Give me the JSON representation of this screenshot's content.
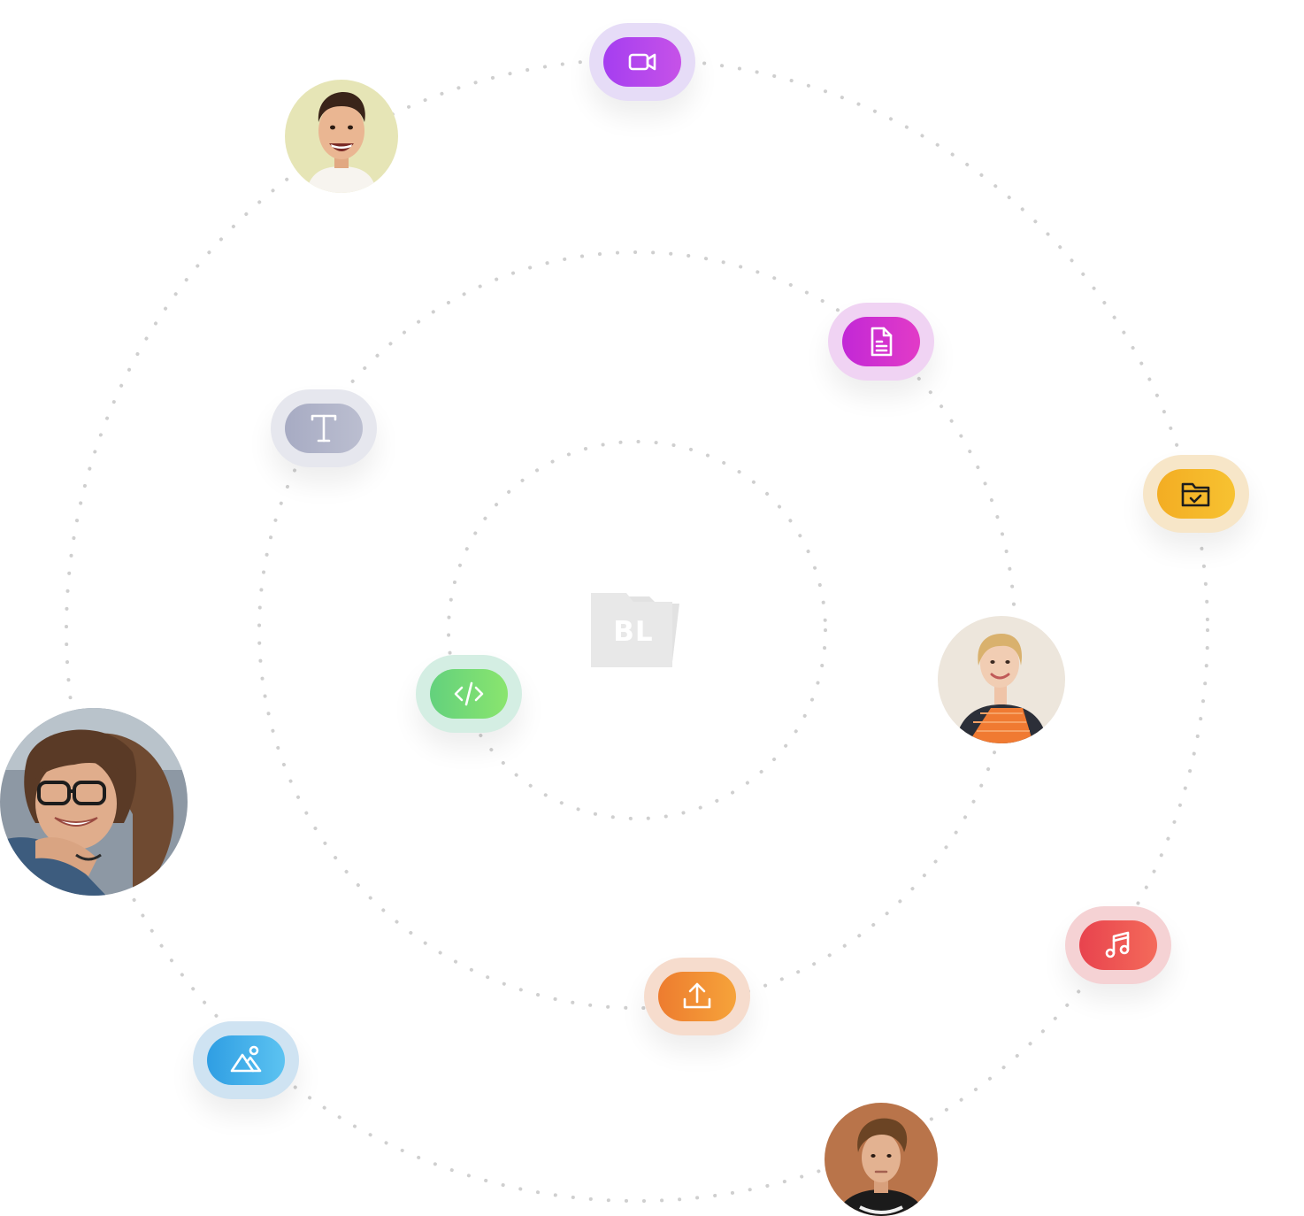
{
  "center_logo": {
    "text": "BL",
    "icon": "folder-logo-icon"
  },
  "orbits": {
    "rings": 3,
    "style": "dotted",
    "dot_color": "#cfcfcf"
  },
  "icons": [
    {
      "name": "video-camera-icon",
      "accent": "#a53ef0",
      "accent_end": "#c652e8",
      "halo": "#e6dcf7"
    },
    {
      "name": "document-icon",
      "accent": "#c228d6",
      "accent_end": "#e23bc7",
      "halo": "#f0d3f3"
    },
    {
      "name": "folder-check-icon",
      "accent": "#f3ad23",
      "accent_end": "#f7c231",
      "halo": "#f7e6c8"
    },
    {
      "name": "text-type-icon",
      "accent": "#a7abc3",
      "accent_end": "#bbbed0",
      "halo": "#e6e7ee"
    },
    {
      "name": "code-icon",
      "accent": "#63d17d",
      "accent_end": "#8ae56e",
      "halo": "#d4eee3"
    },
    {
      "name": "upload-icon",
      "accent": "#ed7c2f",
      "accent_end": "#f6a33a",
      "halo": "#f6dccd"
    },
    {
      "name": "music-note-icon",
      "accent": "#e8434e",
      "accent_end": "#f46a5a",
      "halo": "#f5d2d4"
    },
    {
      "name": "image-landscape-icon",
      "accent": "#2f9ee3",
      "accent_end": "#5cc3f1",
      "halo": "#cfe3f2"
    }
  ],
  "avatars": [
    {
      "name": "avatar-smiling-man"
    },
    {
      "name": "avatar-blonde-woman"
    },
    {
      "name": "avatar-woman-glasses"
    },
    {
      "name": "avatar-young-man"
    }
  ]
}
